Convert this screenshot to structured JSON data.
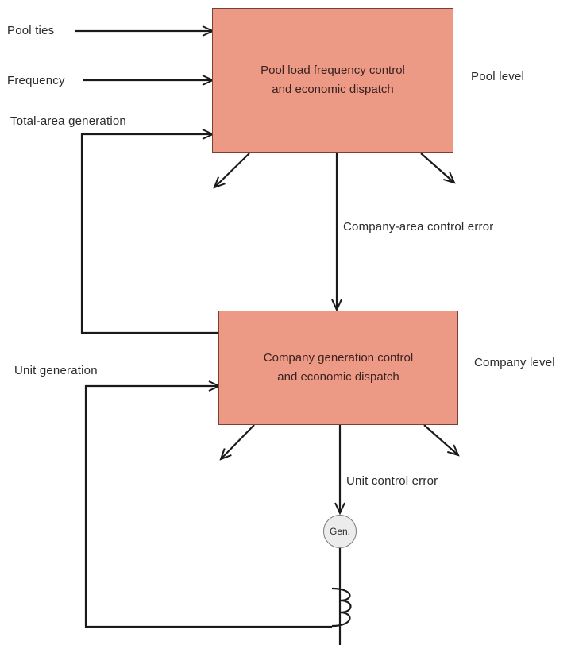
{
  "pool_box": {
    "line1": "Pool load frequency control",
    "line2": "and economic dispatch"
  },
  "company_box": {
    "line1": "Company generation control",
    "line2": "and economic dispatch"
  },
  "labels": {
    "pool_ties": "Pool ties",
    "frequency": "Frequency",
    "total_area_generation": "Total-area generation",
    "pool_level": "Pool level",
    "company_area_control_error": "Company-area control error",
    "company_level": "Company level",
    "unit_generation": "Unit generation",
    "unit_control_error": "Unit control error"
  },
  "generator": {
    "label": "Gen."
  },
  "colors": {
    "box_fill": "#ec9a86",
    "line": "#1a1a1a",
    "generator_fill": "#ececec"
  }
}
